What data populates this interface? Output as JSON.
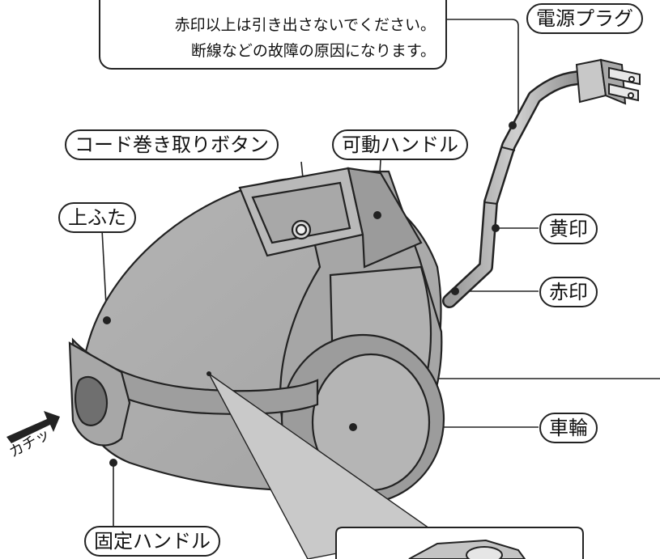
{
  "note": {
    "line1": "赤印以上は引き出さないでください。",
    "line2": "断線などの故障の原因になります。"
  },
  "labels": {
    "power_plug": "電源プラグ",
    "cord_button": "コード巻き取りボタン",
    "movable_handle": "可動ハンドル",
    "top_lid": "上ふた",
    "yellow_mark": "黄印",
    "red_mark": "赤印",
    "wheel": "車輪",
    "fixed_handle": "固定ハンドル",
    "click": "カチッ"
  }
}
